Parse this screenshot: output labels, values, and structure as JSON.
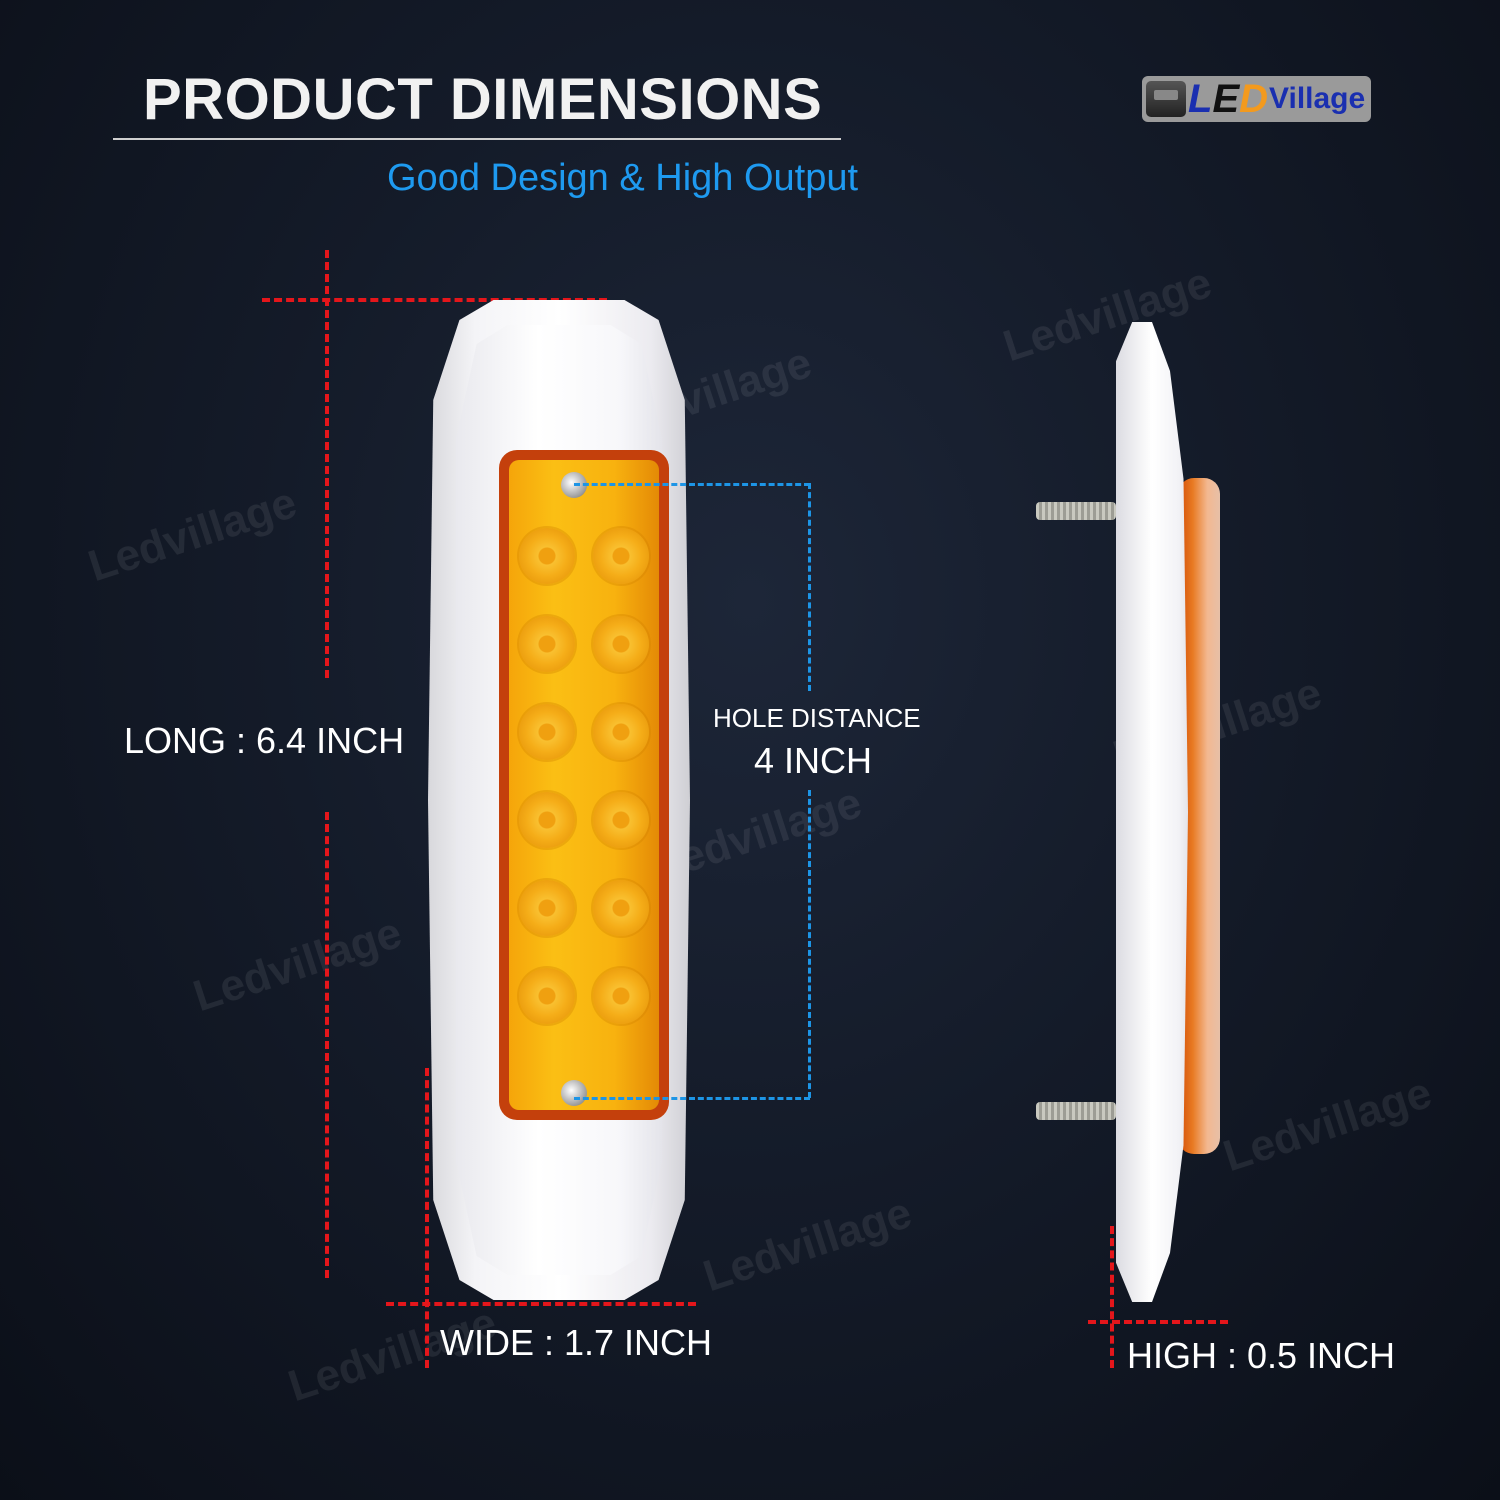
{
  "header": {
    "title": "PRODUCT DIMENSIONS",
    "subtitle": "Good Design & High Output"
  },
  "logo": {
    "part_l": "L",
    "part_e": "E",
    "part_d": "D",
    "part_village": "Village"
  },
  "dimensions": {
    "long": "LONG : 6.4 INCH",
    "hole_distance_label": "HOLE DISTANCE",
    "hole_distance_value": "4 INCH",
    "wide": "WIDE : 1.7 INCH",
    "high": "HIGH : 0.5 INCH"
  },
  "watermark_text": "Ledvillage",
  "colors": {
    "background": "#141b29",
    "title": "#f1f1f1",
    "subtitle": "#1e9af0",
    "dimension_line_red": "#e4161b",
    "dimension_line_blue": "#1d95e6",
    "lens_amber": "#f8b20f",
    "lens_rim": "#c4400c"
  },
  "product": {
    "led_rows": 6,
    "led_columns": 2,
    "led_count": 12
  }
}
